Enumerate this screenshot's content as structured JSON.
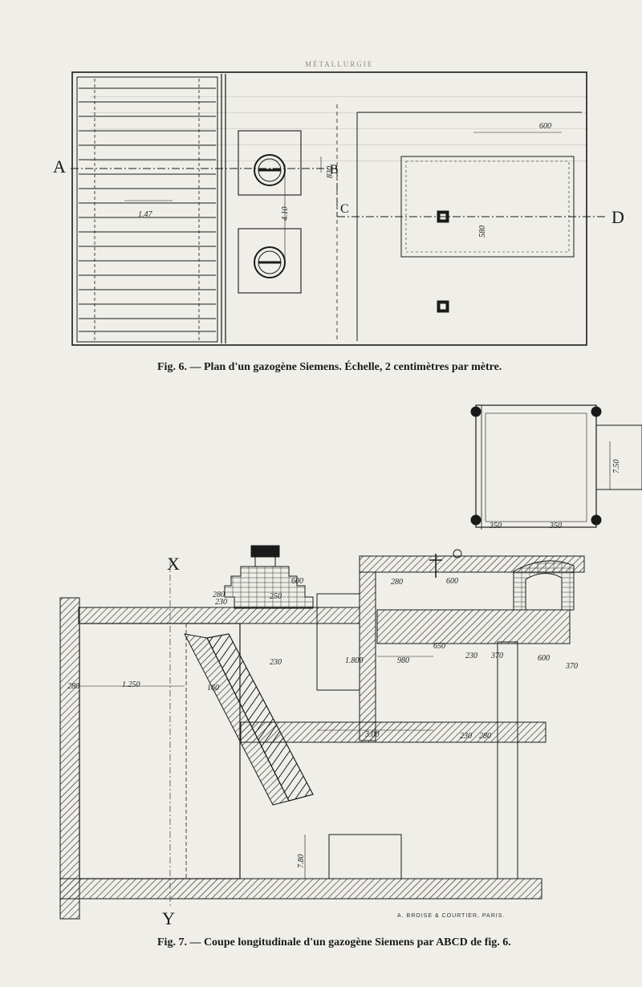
{
  "page": {
    "running_header": "MÉTALLURGIE"
  },
  "figure6": {
    "caption": "Fig. 6. — Plan d'un gazogène Siemens. Échelle, 2 centimètres par mètre.",
    "section_labels": {
      "a": "A",
      "b": "B",
      "c": "C",
      "d": "D"
    },
    "dimensions": {
      "left_width": "1.47",
      "top_right": "600",
      "gap_830": "830",
      "height_410": "4.10",
      "middle_580": "580"
    }
  },
  "figure7": {
    "caption": "Fig. 7. — Coupe longitudinale d'un gazogène Siemens par ABCD de fig. 6.",
    "section_labels": {
      "x": "X",
      "y": "Y"
    },
    "imprint": "A. BROISE & COURTIER, PARIS.",
    "dimensions": {
      "d_280_left": "280",
      "d_1250": "1.250",
      "d_280_top": "280",
      "d_250_top": "250",
      "d_600_top": "600",
      "d_230_a": "230",
      "d_230_b": "230",
      "d_230_c": "230",
      "d_160": "160",
      "d_600_mid": "600",
      "d_280_mid": "280",
      "d_650": "650",
      "d_1800": "1.800",
      "d_980": "980",
      "d_370": "370",
      "d_600_right": "600",
      "d_370_right": "370",
      "d_300": "3.00",
      "d_230_bot": "230",
      "d_280_bot": "280",
      "d_780": "7.80",
      "d_350_a": "350",
      "d_350_b": "350",
      "d_750": "7.50"
    }
  }
}
